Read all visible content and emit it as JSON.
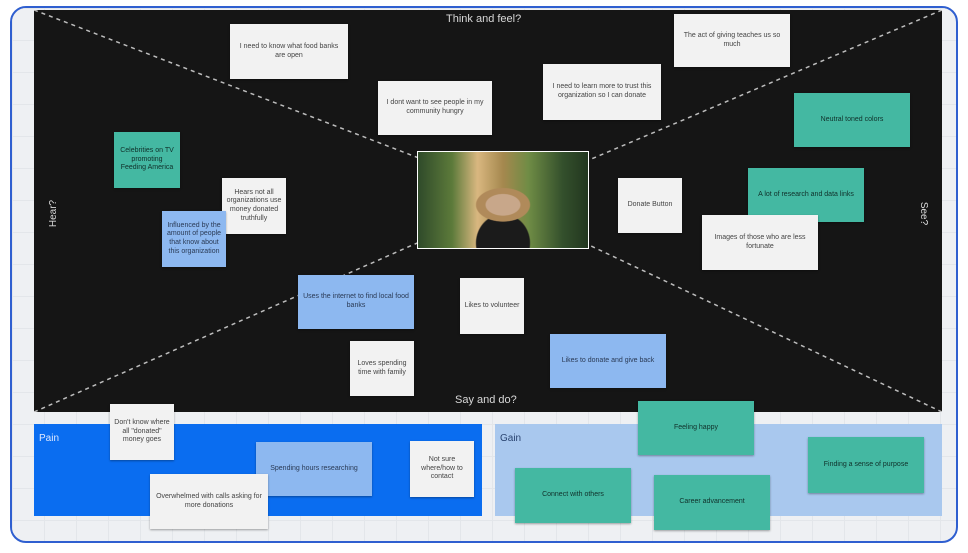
{
  "board": {
    "top_label": "Think and feel?",
    "bottom_label": "Say and do?",
    "left_label": "Hear?",
    "right_label": "See?"
  },
  "notes": {
    "food_banks_open": "I need to know what food banks are open",
    "giving_teaches": "The act of giving teaches us so much",
    "dont_want_hungry": "I dont want to see people in my community hungry",
    "learn_trust": "I need to learn more to trust this organization so I can donate",
    "neutral_colors": "Neutral toned colors",
    "celebrities": "Celebrities on TV promoting Feeding America",
    "hears_not_all": "Hears not all organizations use money donated truthfully",
    "influenced": "Influenced by the amount of people that know about this organization",
    "donate_button": "Donate Button",
    "research_data": "A lot of research and data links",
    "images_less_fortunate": "Images of those who are less fortunate",
    "uses_internet": "Uses the internet to find local food banks",
    "likes_volunteer": "Likes to volunteer",
    "loves_family": "Loves spending time with family",
    "likes_donate": "Likes to donate and give back",
    "dont_know_donated": "Don't know where all \"donated\" money goes",
    "spending_hours": "Spending hours researching",
    "not_sure_contact": "Not sure where/how to contact",
    "overwhelmed": "Overwhelmed with calls asking for more donations",
    "feeling_happy": "Feeling happy",
    "sense_of_purpose": "Finding a sense of purpose",
    "connect_others": "Connect with others",
    "career": "Career advancement"
  },
  "sections": {
    "pain_label": "Pain",
    "gain_label": "Gain"
  },
  "colors": {
    "board": "#151515",
    "pain": "#0a6df0",
    "gain": "#a9c8ee",
    "teal_note": "#44b8a2",
    "blue_note": "#8db8f0",
    "white_note": "#f2f2f2"
  }
}
